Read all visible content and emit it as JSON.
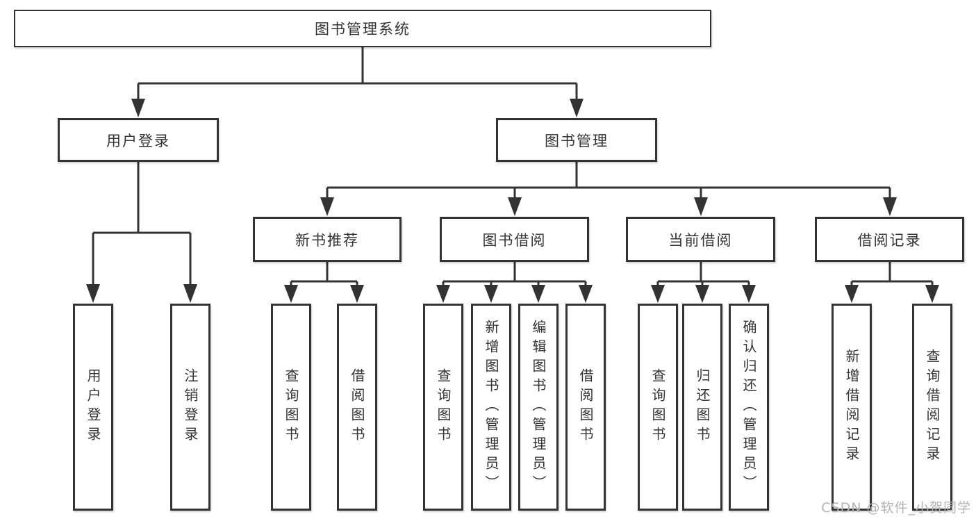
{
  "tree": {
    "root": "图书管理系统",
    "branches": [
      {
        "label": "用户登录",
        "children": [
          "用户登录",
          "注销登录"
        ]
      },
      {
        "label": "图书管理",
        "sections": [
          {
            "label": "新书推荐",
            "children": [
              "查询图书",
              "借阅图书"
            ]
          },
          {
            "label": "图书借阅",
            "children": [
              "查询图书",
              "新增图书（管理员）",
              "编辑图书（管理员）",
              "借阅图书"
            ]
          },
          {
            "label": "当前借阅",
            "children": [
              "查询图书",
              "归还图书",
              "确认归还（管理员）"
            ]
          },
          {
            "label": "借阅记录",
            "children": [
              "新增借阅记录",
              "查询借阅记录"
            ]
          }
        ]
      }
    ]
  },
  "watermark": "CSDN @软件_小贺同学",
  "colors": {
    "line": "#333333",
    "box_border": "#333333",
    "text": "#333333",
    "watermark": "#b3b3b3",
    "background": "#ffffff"
  }
}
